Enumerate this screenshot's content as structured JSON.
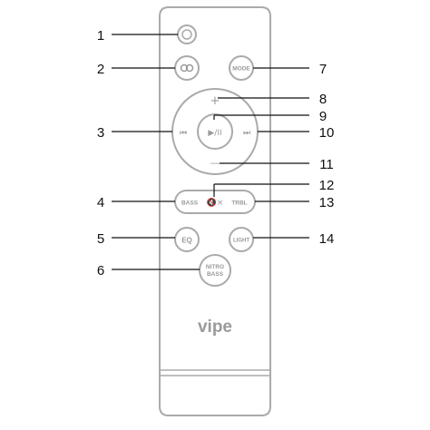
{
  "brand": "vipe",
  "buttons": {
    "mode": "MODE",
    "bass": "BASS",
    "trbl": "TRBL",
    "eq": "EQ",
    "light": "LIGHT",
    "nitro_line1": "NITRO",
    "nitro_line2": "BASS",
    "play_pause": "▶/II",
    "volume_up": "+",
    "volume_down": "—",
    "prev": "⏮",
    "next": "⏭",
    "mute": "🔇×"
  },
  "callouts": [
    "1",
    "2",
    "3",
    "4",
    "5",
    "6",
    "7",
    "8",
    "9",
    "10",
    "11",
    "12",
    "13",
    "14"
  ],
  "colors": {
    "outline": "#aaaaaa",
    "text": "#111111",
    "button_text": "#9a9a9a"
  }
}
